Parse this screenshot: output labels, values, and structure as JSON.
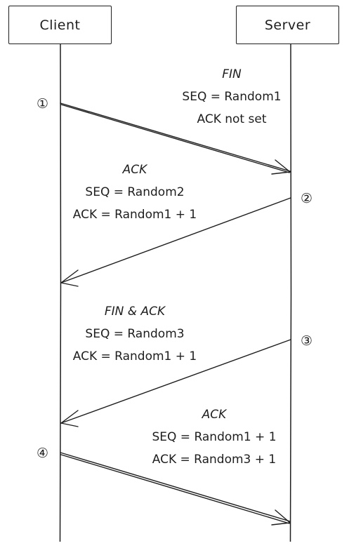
{
  "actors": {
    "client": "Client",
    "server": "Server"
  },
  "steps": [
    "①",
    "②",
    "③",
    "④"
  ],
  "messages": [
    {
      "direction": "client-to-server",
      "title": "FIN",
      "seq": "SEQ = Random1",
      "ack": "ACK not set"
    },
    {
      "direction": "server-to-client",
      "title": "ACK",
      "seq": "SEQ = Random2",
      "ack": "ACK = Random1 + 1"
    },
    {
      "direction": "server-to-client",
      "title": "FIN & ACK",
      "seq": "SEQ = Random3",
      "ack": "ACK = Random1 + 1"
    },
    {
      "direction": "client-to-server",
      "title": "ACK",
      "seq": "SEQ = Random1 + 1",
      "ack": "ACK = Random3 + 1"
    }
  ],
  "stroke_color": "#1e1e1e"
}
